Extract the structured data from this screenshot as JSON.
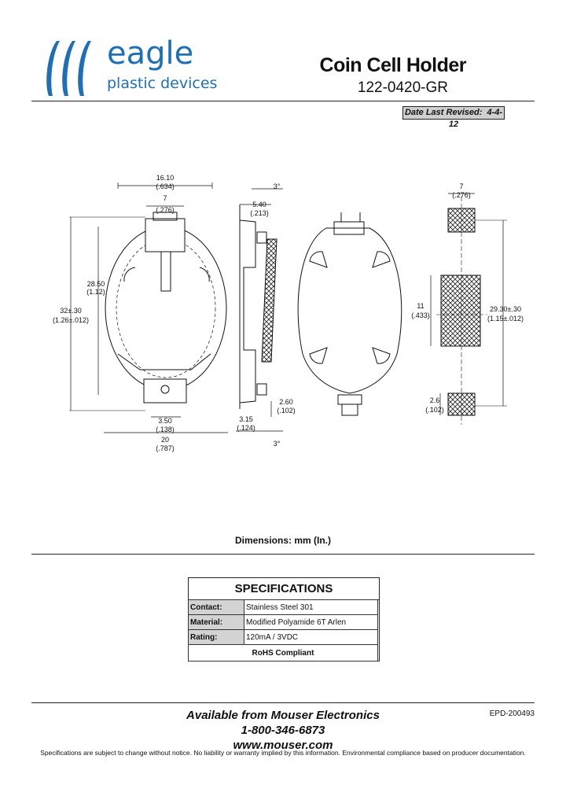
{
  "logo": {
    "brand": "eagle",
    "tagline": "plastic devices",
    "color": "#1f6fb8"
  },
  "header": {
    "title": "Coin Cell Holder",
    "part_number": "122-0420-GR",
    "revised_label": "Date Last Revised:",
    "revised_date": "4-4-12"
  },
  "drawing": {
    "front": {
      "width_top": "16.10",
      "width_top_in": "(.634)",
      "tab_width": "7",
      "tab_width_in": "(.276)",
      "height_inner": "28.50",
      "height_inner_in": "(1.12)",
      "height_outer": "32±.30",
      "height_outer_in": "(1.26±.012)",
      "bottom_small": "3.50",
      "bottom_small_in": "(.138)",
      "width_total": "20",
      "width_total_in": "(.787)"
    },
    "side": {
      "angle_top": "3°",
      "depth": "5.40",
      "depth_in": "(.213)",
      "pin_h": "2.60",
      "pin_h_in": "(.102)",
      "offset": "3.15",
      "offset_in": "(.124)",
      "angle_bottom": "3°"
    },
    "pads": {
      "pad_width": "7",
      "pad_width_in": "(.276)",
      "center_pad": "11",
      "center_pad_in": "(.433)",
      "span": "29.30±.30",
      "span_in": "(1.15±.012)",
      "small_pad": "2.6",
      "small_pad_in": "(.102)"
    },
    "units_caption": "Dimensions: mm (In.)"
  },
  "specs": {
    "heading": "SPECIFICATIONS",
    "rows": [
      {
        "label": "Contact:",
        "value": "Stainless Steel 301"
      },
      {
        "label": "Material:",
        "value": "Modified Polyamide 6T Arlen"
      },
      {
        "label": "Rating:",
        "value": "120mA / 3VDC"
      }
    ],
    "compliance": "RoHS Compliant"
  },
  "footer": {
    "available": "Available from Mouser Electronics",
    "phone": "1-800-346-6873",
    "web": "www.mouser.com",
    "doc_id": "EPD-200493",
    "disclaimer": "Specifications are subject to change without notice.  No liability or warranty implied by this information.  Environmental compliance based on producer documentation."
  }
}
